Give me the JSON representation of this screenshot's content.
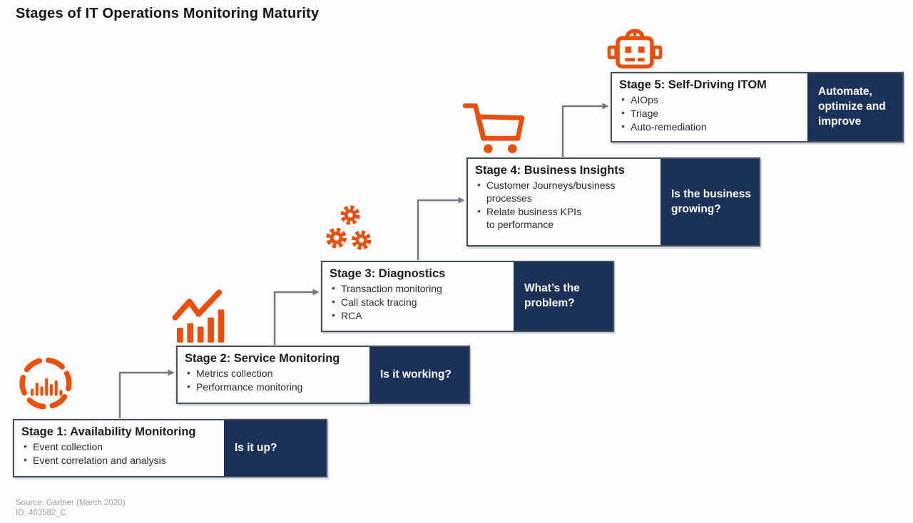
{
  "title": "Stages of IT Operations Monitoring Maturity",
  "colors": {
    "accent_orange": "#E8500F",
    "navy": "#1C3157",
    "connector_gray": "#72787E",
    "box_border": "#46505C"
  },
  "stages": [
    {
      "icon": "availability-pulse-icon",
      "title": "Stage 1: Availability Monitoring",
      "bullets": [
        "Event collection",
        "Event correlation and analysis"
      ],
      "question": "Is it up?"
    },
    {
      "icon": "trending-bar-chart-icon",
      "title": "Stage 2: Service Monitoring",
      "bullets": [
        "Metrics collection",
        "Performance monitoring"
      ],
      "question": "Is it working?"
    },
    {
      "icon": "gears-icon",
      "title": "Stage 3: Diagnostics",
      "bullets": [
        "Transaction monitoring",
        "Call stack tracing",
        "RCA"
      ],
      "question": "What’s the problem?"
    },
    {
      "icon": "shopping-cart-icon",
      "title": "Stage 4: Business Insights",
      "bullets": [
        "Customer Journeys/business processes",
        "Relate business KPIs to performance"
      ],
      "question": "Is the business growing?"
    },
    {
      "icon": "robot-icon",
      "title": "Stage 5: Self-Driving ITOM",
      "bullets": [
        "AIOps",
        "Triage",
        "Auto-remediation"
      ],
      "question": "Automate, optimize and improve"
    }
  ],
  "source_line1": "Source: Gartner (March 2020)",
  "source_line2": "ID: 463582_C"
}
